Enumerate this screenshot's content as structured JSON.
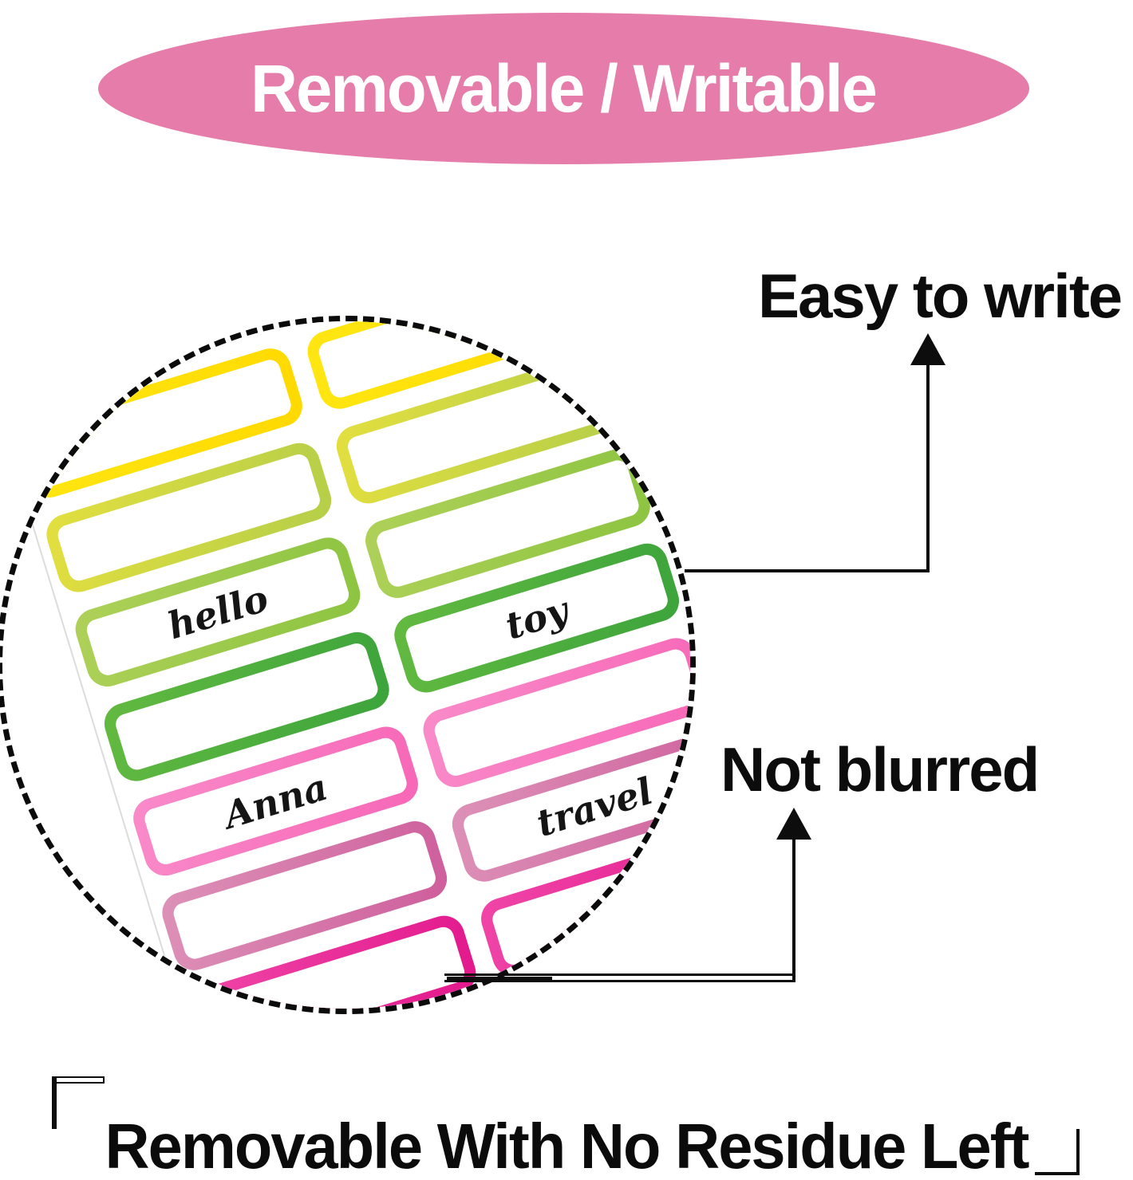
{
  "badge": {
    "label": "Removable / Writable",
    "bg": "#E57CA9",
    "text_color": "#FFFFFF"
  },
  "callouts": {
    "easy_to_write": "Easy to write",
    "not_blurred": "Not blurred"
  },
  "footer": {
    "label": "Removable With No Residue Left"
  },
  "colors": {
    "ink_black": "#0D0D0D",
    "dashed_circle": "#0B0B0B",
    "sheet_edge": "#DCDCDC",
    "script_ink": "#151515"
  },
  "stickers": {
    "texts": {
      "hello": "hello",
      "toy": "toy",
      "anna": "Anna",
      "travel": "travel"
    },
    "rows": [
      {
        "c1": "#FFE713",
        "c2": "#FFD900"
      },
      {
        "c1": "#E3DF3F",
        "c2": "#B5CE49"
      },
      {
        "c1": "#AFD159",
        "c2": "#8CC440"
      },
      {
        "c1": "#63BA40",
        "c2": "#3CA43C"
      },
      {
        "c1": "#F98BC9",
        "c2": "#F767B7"
      },
      {
        "c1": "#DD92B8",
        "c2": "#CE5E9C"
      },
      {
        "c1": "#F046A8",
        "c2": "#E2188C"
      }
    ]
  }
}
